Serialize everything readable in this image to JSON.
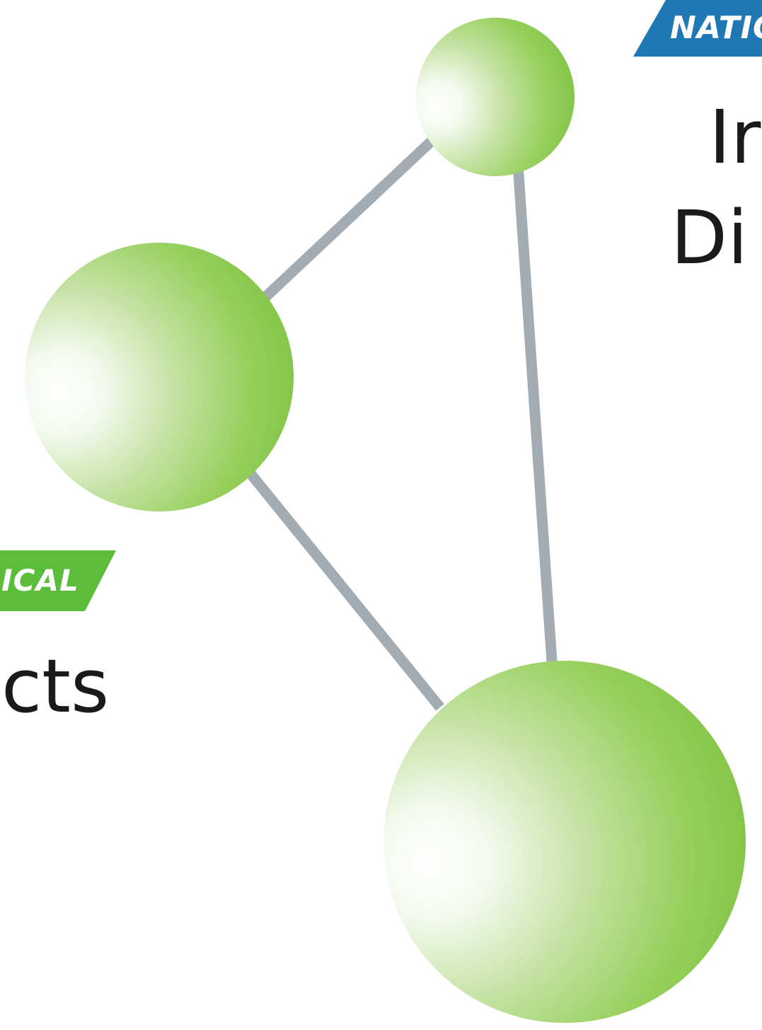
{
  "top_right_banner": {
    "text": "NATIO",
    "color": "#1f78b4"
  },
  "top_right_heading": {
    "line1": "Ir",
    "line2": "Di"
  },
  "left_banner": {
    "text": "ICAL",
    "color": "#5bbd3a"
  },
  "left_heading": {
    "text": "cts"
  },
  "colors": {
    "sphere": "#7cc242",
    "bond": "#a3abb3",
    "text": "#1a1a1a"
  }
}
